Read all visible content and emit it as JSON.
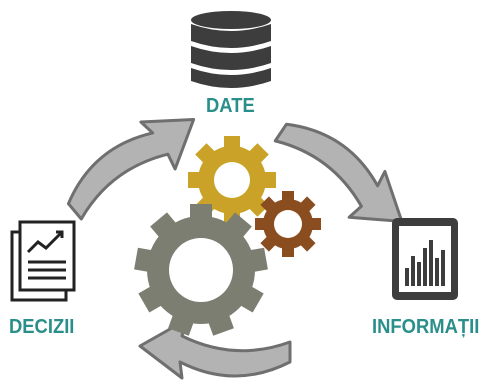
{
  "labels": {
    "date": "DATE",
    "informatii": "INFORMAȚII",
    "decizii": "DECIZII"
  },
  "colors": {
    "label_teal": "#2a8f8a",
    "icon_dark": "#3d3d3d",
    "arrow_fill": "#b3b3b3",
    "arrow_stroke": "#6f6f6f",
    "gear_gold": "#c9a227",
    "gear_brown": "#8a4d1f",
    "gear_gray": "#7d7e72"
  },
  "icons": [
    "database-icon",
    "bar-chart-tablet-icon",
    "document-trend-icon",
    "gears-icon"
  ]
}
